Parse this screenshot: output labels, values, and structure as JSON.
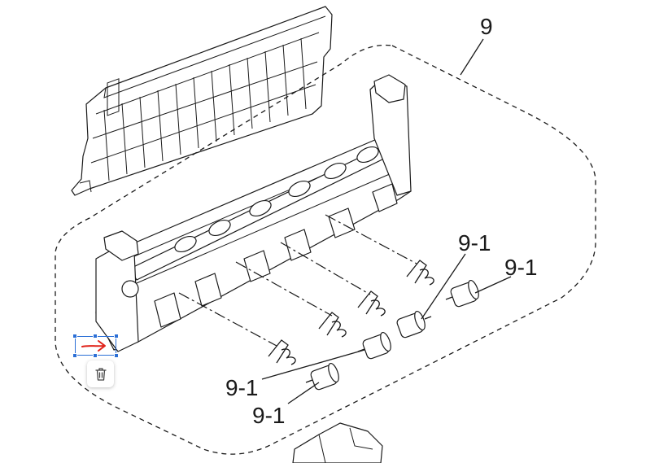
{
  "labels": {
    "assembly": "9",
    "roller_a": "9-1",
    "roller_b": "9-1",
    "roller_c": "9-1",
    "roller_d": "9-1"
  },
  "annotation": {
    "box_color": "#2b6fd6",
    "arrow_color": "#e0241b",
    "delete_icon": "trash-icon"
  }
}
